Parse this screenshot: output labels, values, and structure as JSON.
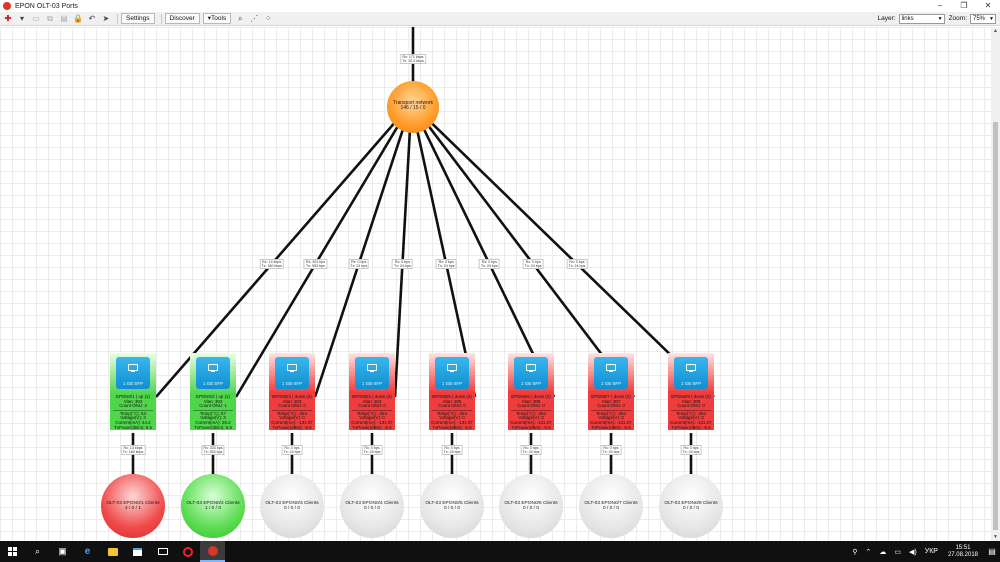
{
  "window": {
    "title": "EPON OLT-03 Ports",
    "controls": [
      "–",
      "❐",
      "✕"
    ]
  },
  "toolbar": {
    "icons": [
      {
        "name": "add-icon",
        "glyph": "✚",
        "style": "red"
      },
      {
        "name": "dropdown-arrow-icon",
        "glyph": "▾",
        "style": ""
      },
      {
        "name": "remove-icon",
        "glyph": "▭",
        "style": "gray"
      },
      {
        "name": "copy-icon",
        "glyph": "⧉",
        "style": "gray"
      },
      {
        "name": "paste-icon",
        "glyph": "▤",
        "style": "gray"
      },
      {
        "name": "lock-icon",
        "glyph": "🔒",
        "style": "yellow"
      },
      {
        "name": "undo-icon",
        "glyph": "↶",
        "style": ""
      },
      {
        "name": "pointer-icon",
        "glyph": "➤",
        "style": ""
      }
    ],
    "settings_label": "Settings",
    "discover_label": "Discover",
    "tools_label": "▾Tools",
    "right_icons": [
      {
        "name": "find-icon",
        "glyph": "⌕"
      },
      {
        "name": "connect-nodes-icon",
        "glyph": "⋰"
      },
      {
        "name": "layout-icon",
        "glyph": "⁘"
      }
    ],
    "layer_label": "Layer:",
    "layer_value": "links",
    "zoom_label": "Zoom:",
    "zoom_value": "75%"
  },
  "transport": {
    "name": "Transport network",
    "stats": "146 / 15 / 0",
    "uplink_label": "Rx: 171 kbps\nTx: 20.2 kbps"
  },
  "ports": [
    {
      "status": "up",
      "sfp": "1 GB SFP",
      "name": "EPON0/1 ( up (1)",
      "vlan": "Vlan: 302",
      "onu": "Count ONU: 4",
      "temp": "Temp(°C): 53",
      "voltage": "Voltage(V): 3",
      "current": "Current(mA): 44.2",
      "txpower": "TxPower(dBm): 6.5",
      "link_top": "Rx: 14 kbps\nTx: 180 kbps",
      "link_bottom": "Rx: 14 kbps\nTx: 180 kbps",
      "client": {
        "name": "OLT-03 EPON0/1 Clients",
        "stats": "4 / 0 / 1",
        "color": "red"
      }
    },
    {
      "status": "up",
      "sfp": "1 GB SFP",
      "name": "EPON0/2 ( up (1)",
      "vlan": "Vlan: 302",
      "onu": "Count ONU: 1",
      "temp": "Temp(°C): 57",
      "voltage": "Voltage(V): 3",
      "current": "Current(mA): 25.2",
      "txpower": "TxPower(dBm): 6.5",
      "link_top": "Rx: 303 bps\nTx: 553 bps",
      "link_bottom": "Rx: 303 bps\nTx: 553 bps",
      "client": {
        "name": "OLT-03 EPON0/2 Clients",
        "stats": "1 / 0 / 0",
        "color": "green"
      }
    },
    {
      "status": "down",
      "sfp": "1 GB SFP",
      "name": "EPON0/3 ( down (2)",
      "vlan": "Vlan: 303",
      "onu": "Count ONU: 0",
      "temp": "Temp(°C): -254",
      "voltage": "Voltage(V): 0",
      "current": "Current(mA): -131.07",
      "txpower": "TxPower(dBm): -6.5",
      "link_top": "Rx: 0 bps\nTx: 24 bps",
      "link_bottom": "Rx: 0 bps\nTx: 24 bps",
      "client": {
        "name": "OLT-03 EPON0/3 Clients",
        "stats": "0 / 0 / 0",
        "color": "gray"
      }
    },
    {
      "status": "down",
      "sfp": "1 GB SFP",
      "name": "EPON0/4 ( down (2)",
      "vlan": "Vlan: 304",
      "onu": "Count ONU: 0",
      "temp": "Temp(°C): -254",
      "voltage": "Voltage(V): 0",
      "current": "Current(mA): -131.07",
      "txpower": "TxPower(dBm): -6.5",
      "link_top": "Rx: 0 bps\nTx: 24 bps",
      "link_bottom": "Rx: 0 bps\nTx: 24 bps",
      "client": {
        "name": "OLT-03 EPON0/4 Clients",
        "stats": "0 / 0 / 0",
        "color": "gray"
      }
    },
    {
      "status": "down",
      "sfp": "1 GB SFP",
      "name": "EPON0/5 ( down (2)",
      "vlan": "Vlan: 305",
      "onu": "Count ONU: 0",
      "temp": "Temp(°C): -254",
      "voltage": "Voltage(V): 0",
      "current": "Current(mA): -131.07",
      "txpower": "TxPower(dBm): -6.5",
      "link_top": "Rx: 0 bps\nTx: 24 bps",
      "link_bottom": "Rx: 0 bps\nTx: 24 bps",
      "client": {
        "name": "OLT-03 EPON0/5 Clients",
        "stats": "0 / 0 / 0",
        "color": "gray"
      }
    },
    {
      "status": "down",
      "sfp": "1 GB SFP",
      "name": "EPON0/6 ( down (2)",
      "vlan": "Vlan: 306",
      "onu": "Count ONU: 0",
      "temp": "Temp(°C): -254",
      "voltage": "Voltage(V): 0",
      "current": "Current(mA): -131.07",
      "txpower": "TxPower(dBm): -6.5",
      "link_top": "Rx: 0 bps\nTx: 24 bps",
      "link_bottom": "Rx: 0 bps\nTx: 24 bps",
      "client": {
        "name": "OLT-03 EPON0/6 Clients",
        "stats": "0 / 0 / 0",
        "color": "gray"
      }
    },
    {
      "status": "down",
      "sfp": "1 GB SFP",
      "name": "EPON0/7 ( down (2)",
      "vlan": "Vlan: 307",
      "onu": "Count ONU: 0",
      "temp": "Temp(°C): -254",
      "voltage": "Voltage(V): 0",
      "current": "Current(mA): -131.07",
      "txpower": "TxPower(dBm): -6.5",
      "link_top": "Rx: 0 bps\nTx: 24 bps",
      "link_bottom": "Rx: 0 bps\nTx: 24 bps",
      "client": {
        "name": "OLT-03 EPON0/7 Clients",
        "stats": "0 / 0 / 0",
        "color": "gray"
      }
    },
    {
      "status": "down",
      "sfp": "1 GB SFP",
      "name": "EPON0/8 ( down (2)",
      "vlan": "Vlan: 308",
      "onu": "Count ONU: 0",
      "temp": "Temp(°C): -254",
      "voltage": "Voltage(V): 0",
      "current": "Current(mA): -131.07",
      "txpower": "TxPower(dBm): -6.5",
      "link_top": "Rx: 0 bps\nTx: 24 bps",
      "link_bottom": "Rx: 0 bps\nTx: 24 bps",
      "client": {
        "name": "OLT-03 EPON0/8 Clients",
        "stats": "0 / 0 / 0",
        "color": "gray"
      }
    }
  ],
  "taskbar": {
    "apps": [
      {
        "name": "start-icon"
      },
      {
        "name": "search-icon"
      },
      {
        "name": "task-view-icon"
      },
      {
        "name": "edge-icon"
      },
      {
        "name": "file-explorer-icon"
      },
      {
        "name": "store-icon"
      },
      {
        "name": "mail-icon"
      },
      {
        "name": "opera-icon"
      },
      {
        "name": "network-app-icon"
      }
    ],
    "language": "УКР",
    "time": "15:51",
    "date": "27.08.2018"
  }
}
